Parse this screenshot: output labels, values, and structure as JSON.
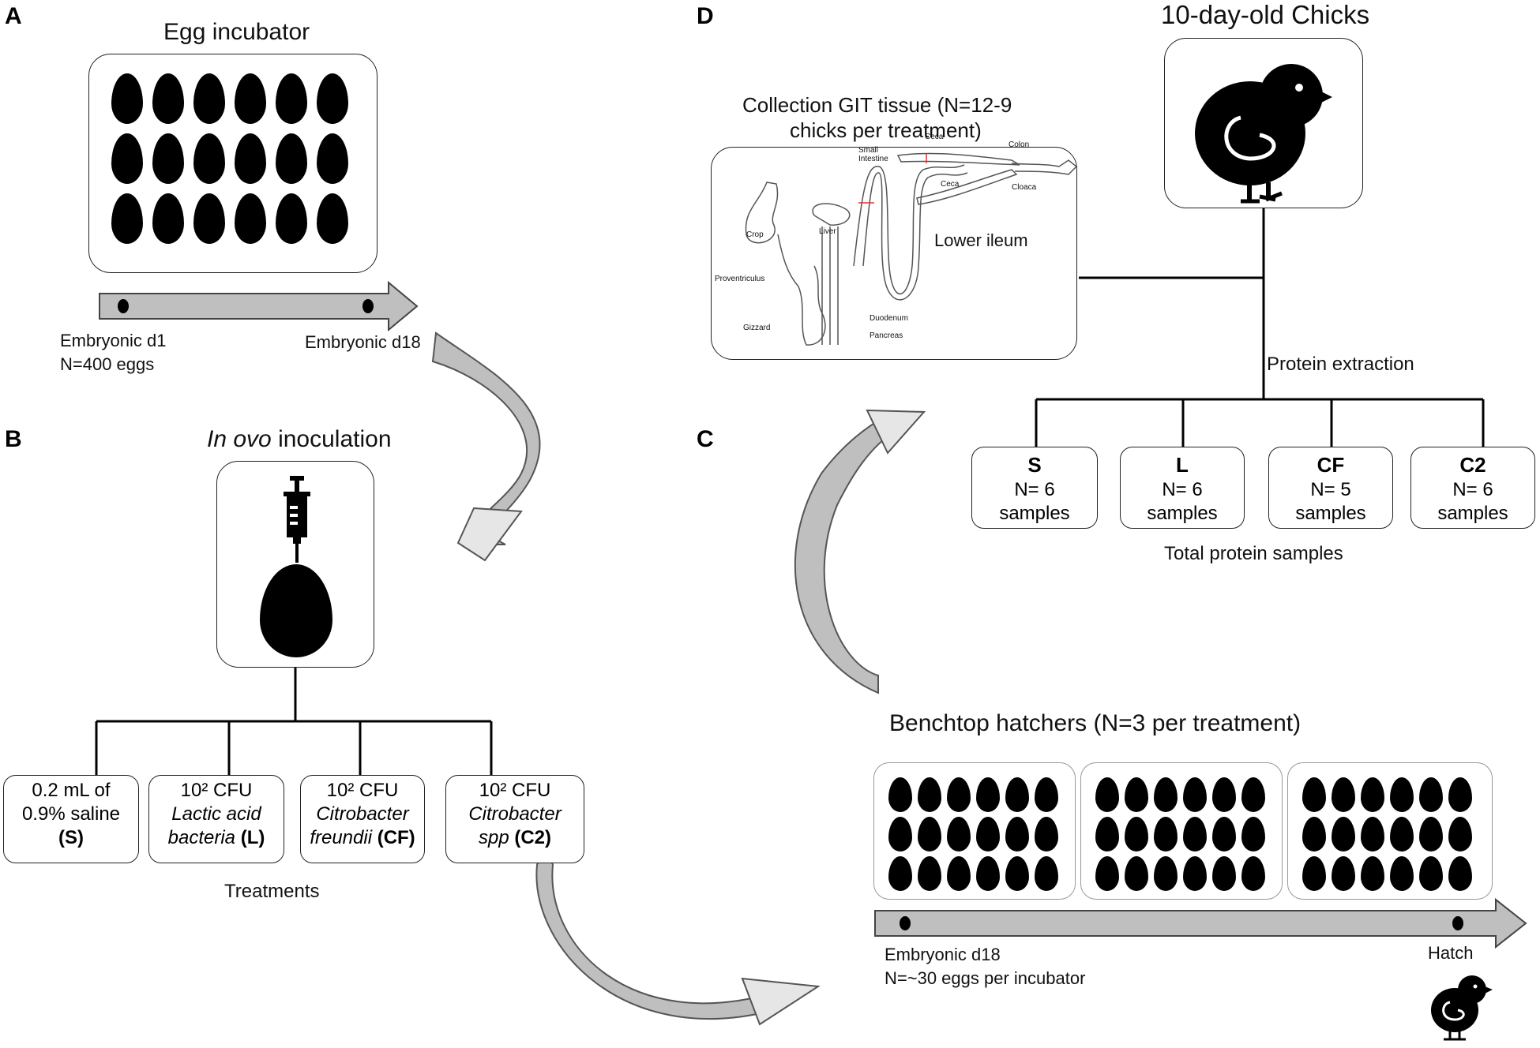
{
  "panels": {
    "a": {
      "label": "A",
      "title": "Egg incubator",
      "timeline_start_label": "Embryonic d1",
      "timeline_start_count": "N=400 eggs",
      "timeline_end_label": "Embryonic d18"
    },
    "b": {
      "label": "B",
      "title_italic": "In ovo",
      "title_rest": " inoculation",
      "treatments_caption": "Treatments",
      "treatments": [
        {
          "line1": "0.2 mL of",
          "line2": "0.9% saline",
          "line3": "(S)"
        },
        {
          "line1": "10² CFU",
          "line2": "Lactic acid",
          "line3_italic": "bacteria",
          "line3_code": " (L)"
        },
        {
          "line1": "10² CFU",
          "line2": "Citrobacter",
          "line3_italic": "freundii",
          "line3_code": " (CF)"
        },
        {
          "line1": "10² CFU",
          "line2": "Citrobacter",
          "line3_italic": "spp",
          "line3_code": " (C2)"
        }
      ]
    },
    "c": {
      "label": "C",
      "title": "Benchtop hatchers (N=3 per treatment)",
      "timeline_start_label": "Embryonic d18",
      "timeline_start_count": "N=~30 eggs per incubator",
      "timeline_end_label": "Hatch"
    },
    "d": {
      "label": "D",
      "chicks_title": "10-day-old Chicks",
      "git_title_line1": "Collection GIT tissue (N=12-9",
      "git_title_line2": "chicks per treatment)",
      "git_labels": {
        "ceca_top": "Ceca",
        "small_intestine": "Small\nIntestine",
        "colon": "Colon",
        "ceca_bottom": "Ceca",
        "cloaca": "Cloaca",
        "crop": "Crop",
        "liver": "Liver",
        "lower_ileum": "Lower ileum",
        "proventriculus": "Proventriculus",
        "gizzard": "Gizzard",
        "duodenum": "Duodenum",
        "pancreas": "Pancreas"
      },
      "protein_extraction": "Protein extraction",
      "total_caption": "Total protein samples",
      "samples": [
        {
          "code": "S",
          "n": "N= 6",
          "unit": "samples"
        },
        {
          "code": "L",
          "n": "N= 6",
          "unit": "samples"
        },
        {
          "code": "CF",
          "n": "N= 5",
          "unit": "samples"
        },
        {
          "code": "C2",
          "n": "N= 6",
          "unit": "samples"
        }
      ]
    }
  },
  "icons": [
    "egg-icon",
    "syringe-icon",
    "chick-icon",
    "timeline-arrow-icon",
    "curved-arrow-icon"
  ],
  "colors": {
    "arrow_fill": "#bfbfbf",
    "arrow_stroke": "#444444",
    "ink": "#000000"
  }
}
